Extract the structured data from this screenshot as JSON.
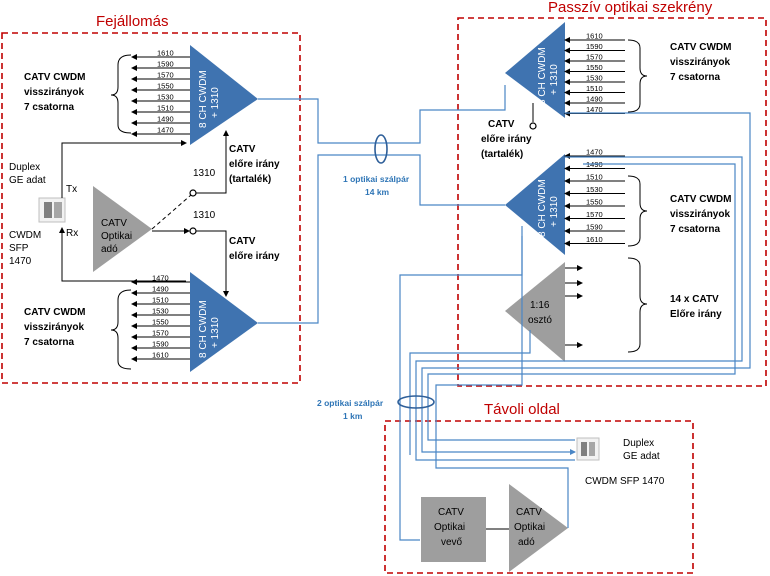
{
  "colors": {
    "region_title": "#c00000",
    "fiber": "#4a86c5",
    "mux": "#3f73b0",
    "grey_block": "#9e9e9e"
  },
  "regions": {
    "headend": "Fejállomás",
    "cabinet": "Passzív optikai szekrény",
    "remote": "Távoli oldal"
  },
  "mux_label": {
    "line1": "8 CH CWDM",
    "line2": "+ 1310"
  },
  "headend": {
    "return_label_top": [
      "CATV CWDM",
      "visszirányok",
      "7 csatorna"
    ],
    "return_label_bottom": [
      "CATV CWDM",
      "visszirányok",
      "7 csatorna"
    ],
    "top_mux_wavelengths": [
      "1610",
      "1590",
      "1570",
      "1550",
      "1530",
      "1510",
      "1490",
      "1470"
    ],
    "bottom_mux_wavelengths": [
      "1470",
      "1490",
      "1510",
      "1530",
      "1550",
      "1570",
      "1590",
      "1610"
    ],
    "duplex": [
      "Duplex",
      "GE adat"
    ],
    "tx": "Tx",
    "rx": "Rx",
    "sfp": [
      "CWDM",
      "SFP",
      "1470"
    ],
    "transmitter": [
      "CATV",
      "Optikai",
      "adó"
    ],
    "forward_reserve": [
      "CATV",
      "előre irány",
      "(tartalék)"
    ],
    "forward": [
      "CATV",
      "előre irány"
    ],
    "wl_1310_top": "1310",
    "wl_1310_bottom": "1310"
  },
  "links": {
    "main": [
      "1 optikai szálpár",
      "14 km"
    ],
    "remote": [
      "2 optikai szálpár",
      "1 km"
    ]
  },
  "cabinet": {
    "top_mux_wavelengths": [
      "1610",
      "1590",
      "1570",
      "1550",
      "1530",
      "1510",
      "1490",
      "1470"
    ],
    "top_return_label": [
      "CATV CWDM",
      "visszirányok",
      "7 csatorna"
    ],
    "reserve_label": [
      "CATV",
      "előre irány",
      "(tartalék)"
    ],
    "second_mux_wavelengths": [
      "1470",
      "1490",
      "1510",
      "1530",
      "1550",
      "1570",
      "1590",
      "1610"
    ],
    "second_return_label": [
      "CATV CWDM",
      "visszirányok",
      "7 csatorna"
    ],
    "splitter": [
      "1:16",
      "osztó"
    ],
    "splitter_label": [
      "14 x CATV",
      "Előre irány"
    ]
  },
  "remote": {
    "duplex": [
      "Duplex",
      "GE adat"
    ],
    "sfp": "CWDM SFP 1470",
    "receiver": [
      "CATV",
      "Optikai",
      "vevő"
    ],
    "transmitter": [
      "CATV",
      "Optikai",
      "adó"
    ]
  }
}
